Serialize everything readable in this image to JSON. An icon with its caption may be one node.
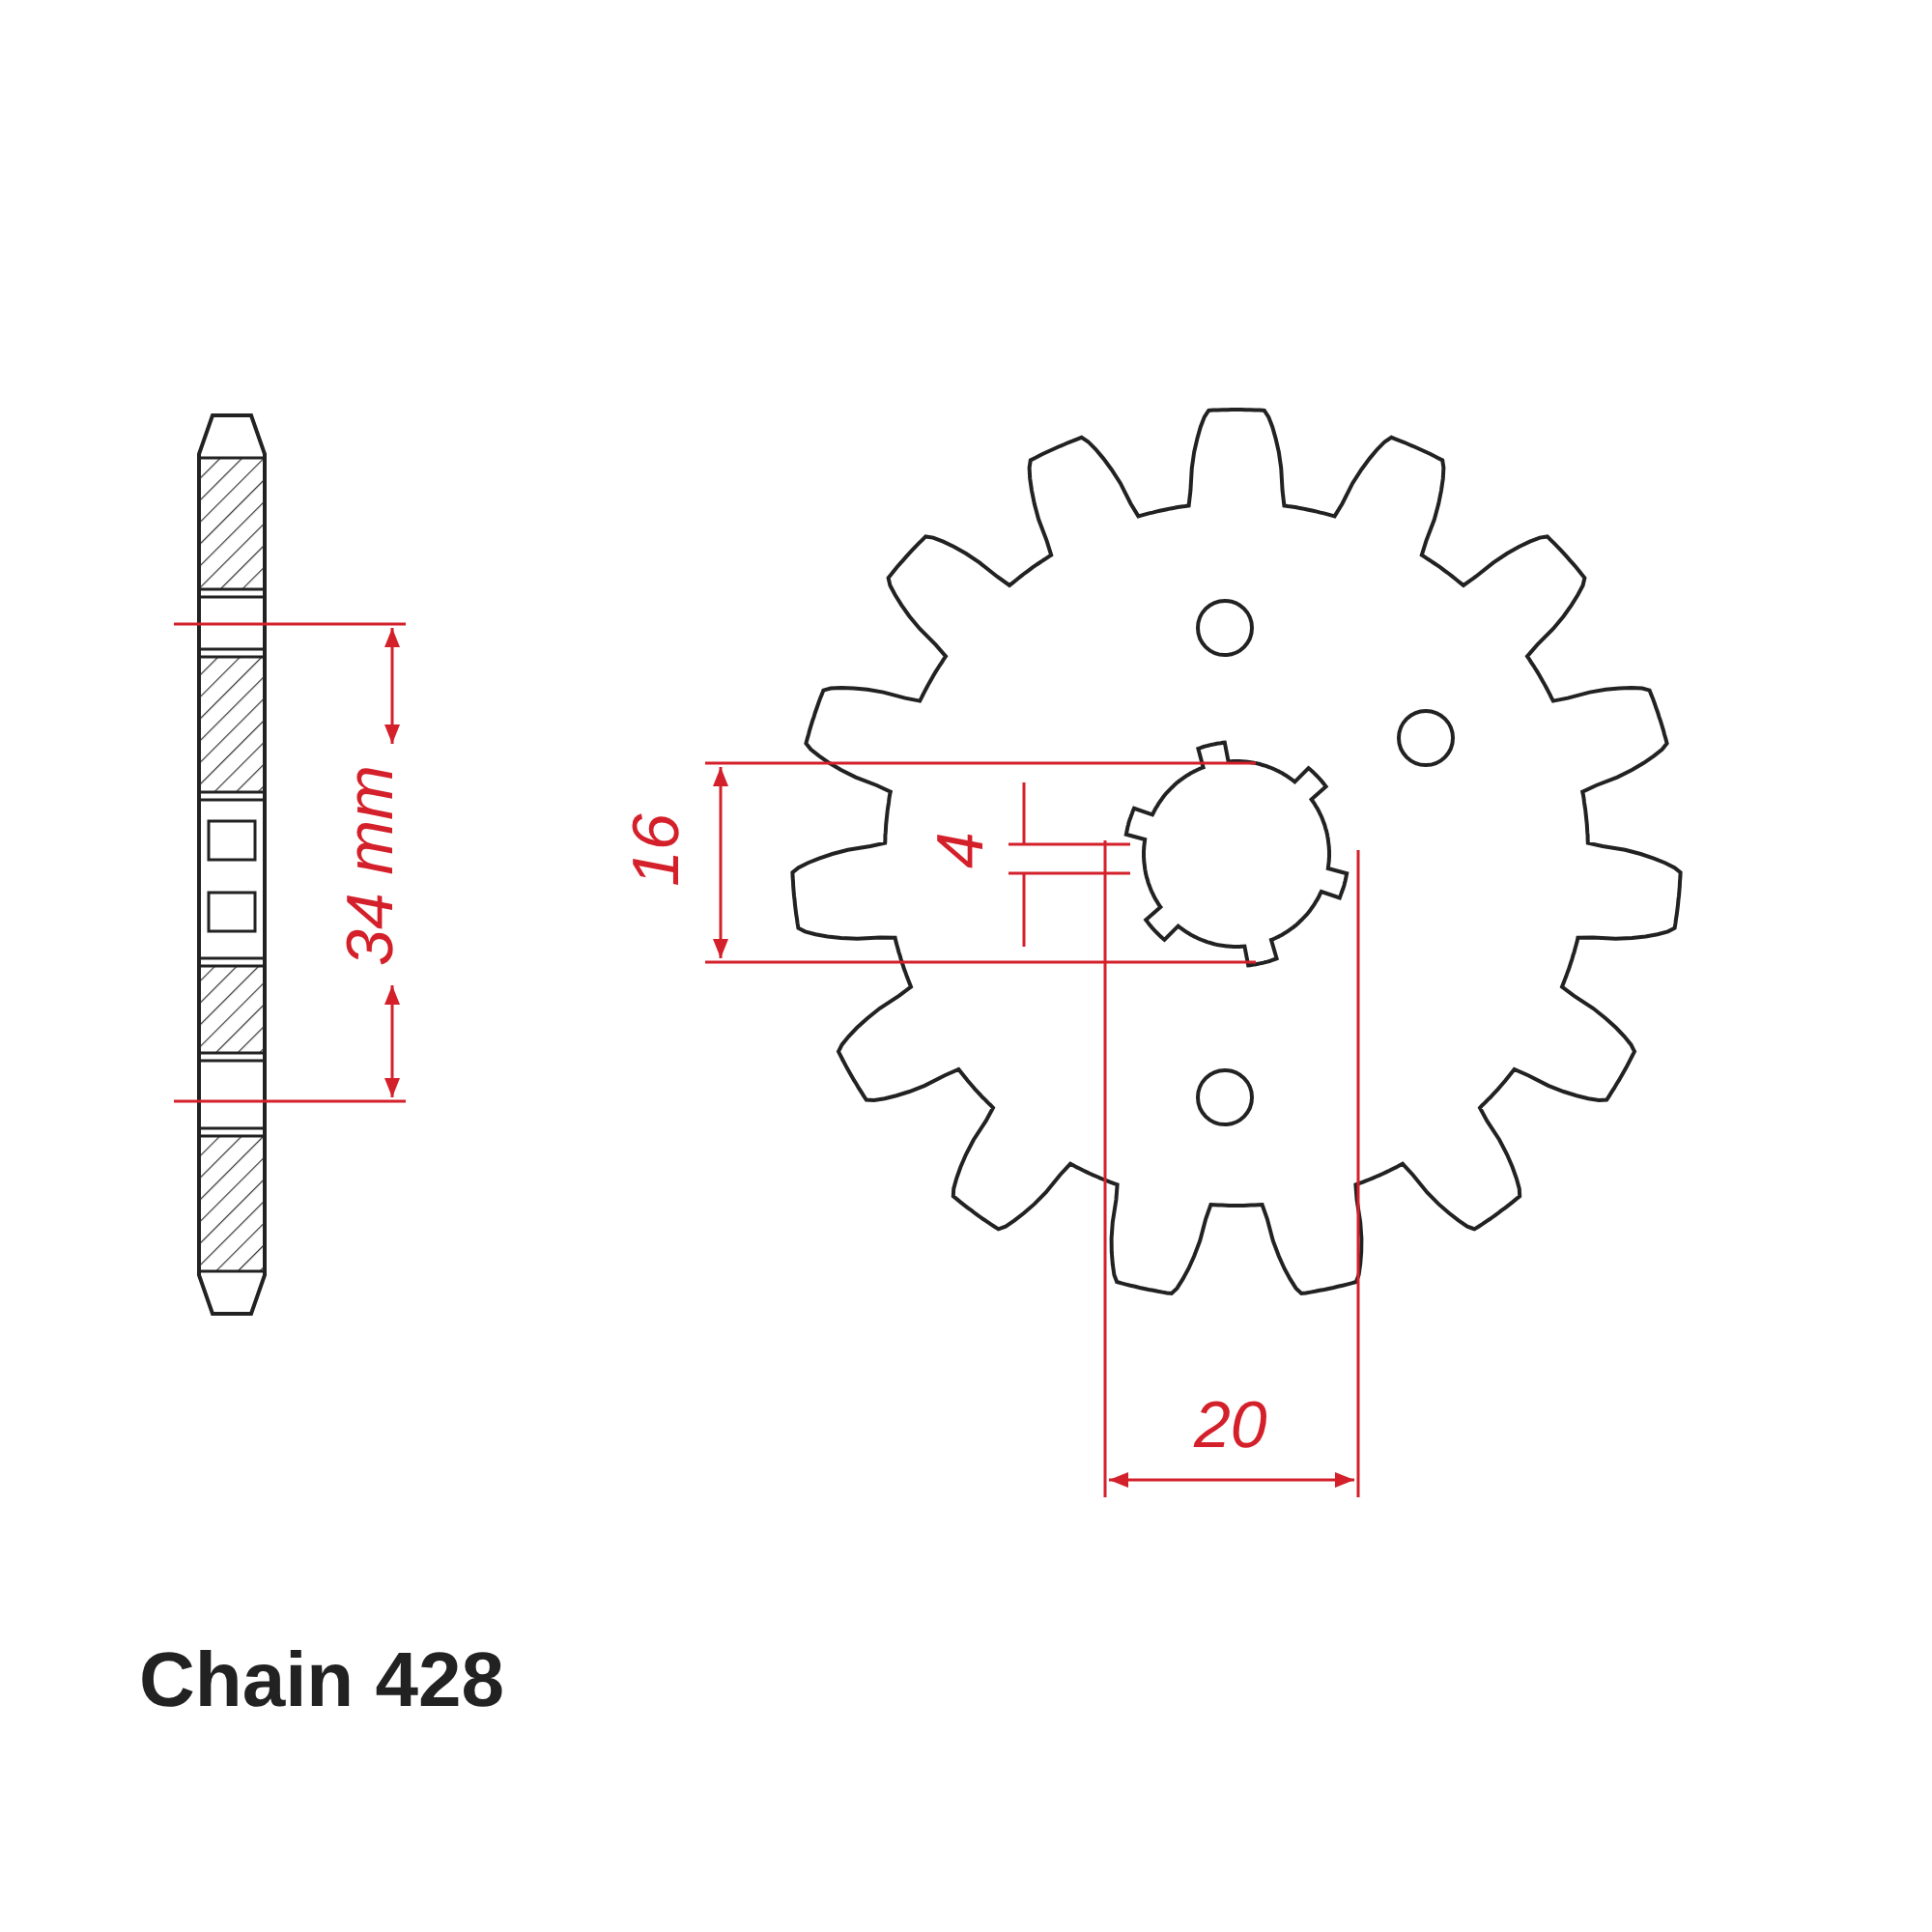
{
  "diagram": {
    "labels": [
      "34 mm",
      "16",
      "4",
      "20",
      "Chain 428"
    ]
  }
}
